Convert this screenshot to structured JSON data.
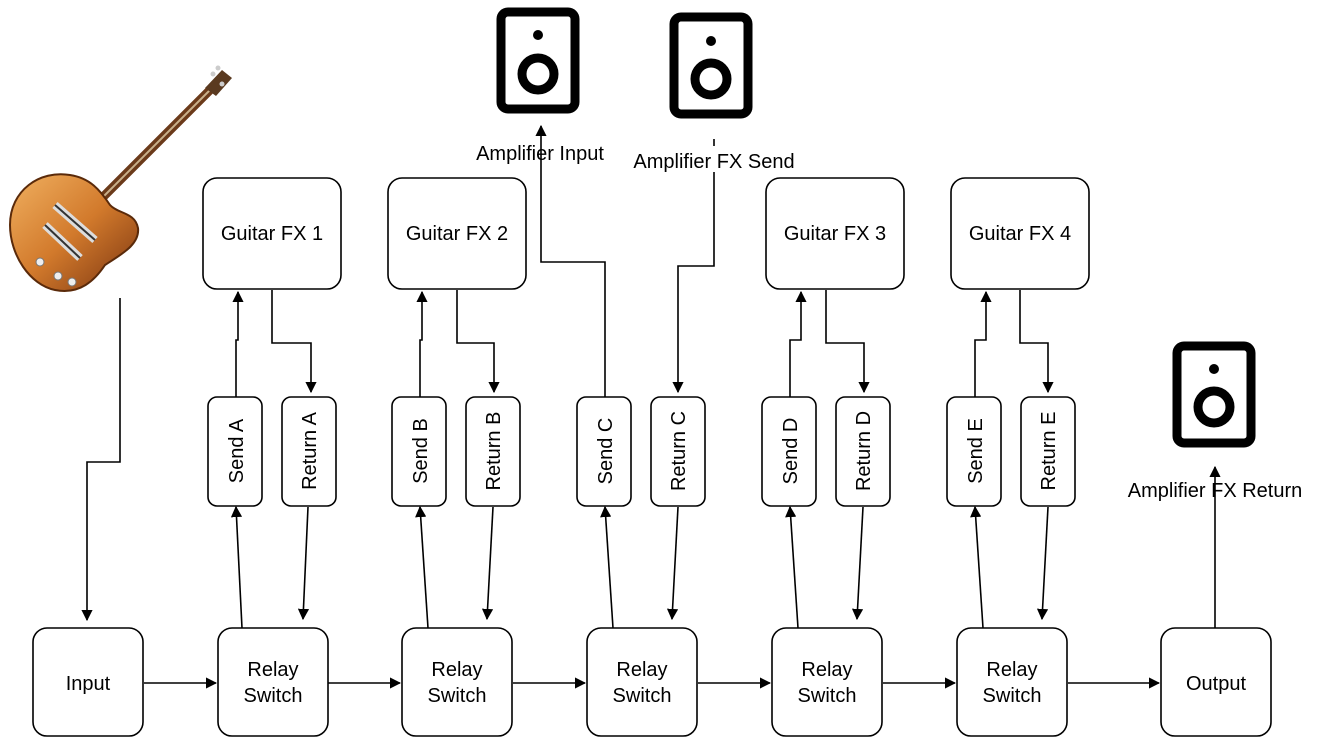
{
  "guitar_icon": "electric-guitar-icon",
  "speaker_icon": "speaker-icon",
  "input_label": "Input",
  "output_label": "Output",
  "relay_label_line1": "Relay",
  "relay_label_line2": "Switch",
  "fx_labels": [
    "Guitar FX 1",
    "Guitar FX 2",
    "Guitar FX 3",
    "Guitar FX 4"
  ],
  "send_labels": [
    "Send A",
    "Send B",
    "Send C",
    "Send D",
    "Send E"
  ],
  "return_labels": [
    "Return A",
    "Return B",
    "Return C",
    "Return D",
    "Return E"
  ],
  "amp_input_label": "Amplifier Input",
  "amp_fx_send_label": "Amplifier FX Send",
  "amp_fx_return_label": "Amplifier FX Return"
}
